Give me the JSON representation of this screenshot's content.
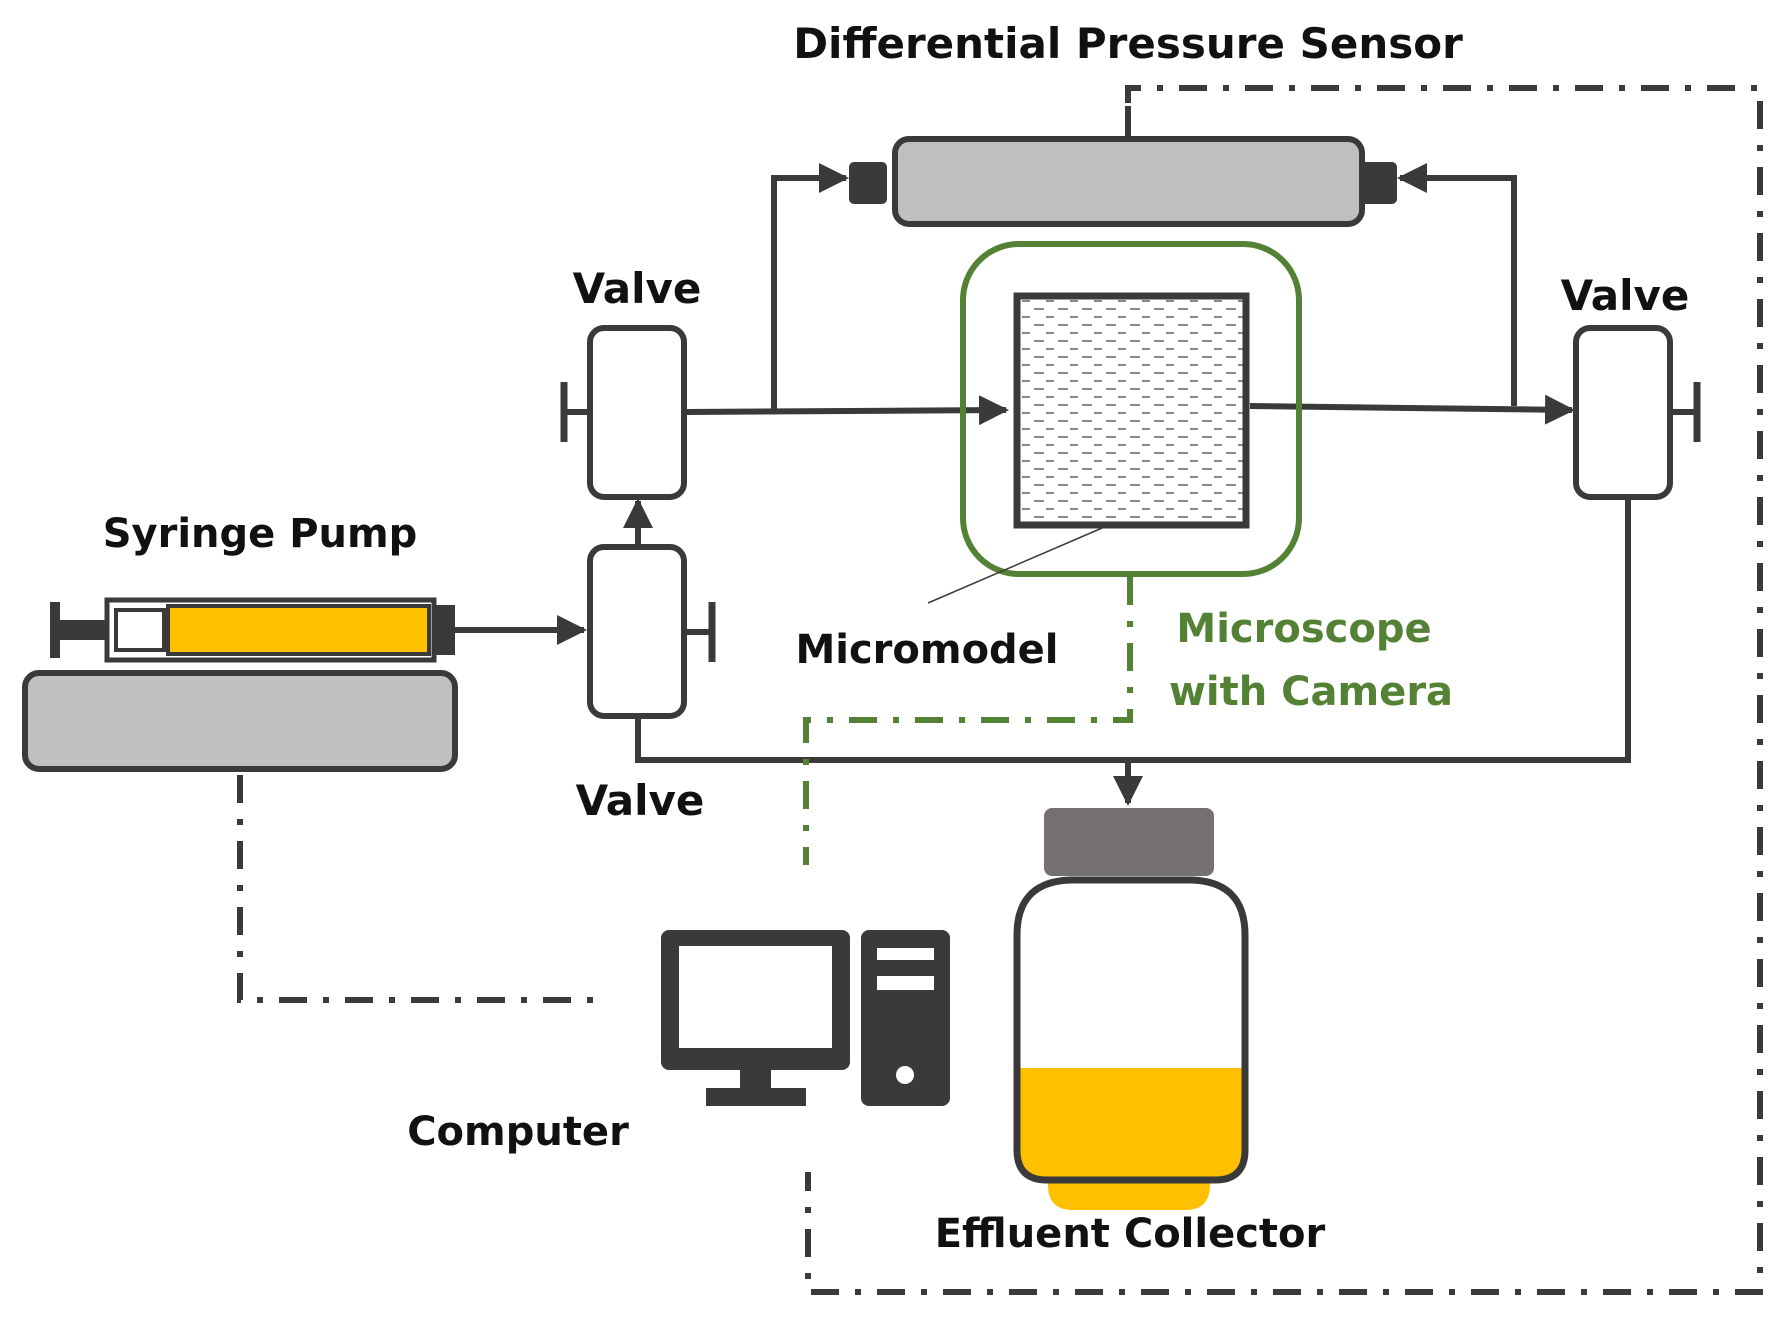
{
  "labels": {
    "pressure_sensor": "Differential Pressure Sensor",
    "valve_top_left": "Valve",
    "valve_right": "Valve",
    "valve_bottom_left": "Valve",
    "syringe_pump": "Syringe Pump",
    "micromodel": "Micromodel",
    "microscope_line1": "Microscope",
    "microscope_line2": "with Camera",
    "computer": "Computer",
    "effluent_collector": "Effluent Collector"
  },
  "colors": {
    "line": "#3a3a3a",
    "gray_fill": "#bfbfbf",
    "dark": "#3a3a3a",
    "cap": "#767171",
    "fluid": "#ffc000",
    "green": "#548235",
    "text": "#111111"
  },
  "icons": {
    "computer": "desktop-computer-icon",
    "collector": "bottle-icon",
    "pump": "syringe-pump-icon"
  }
}
